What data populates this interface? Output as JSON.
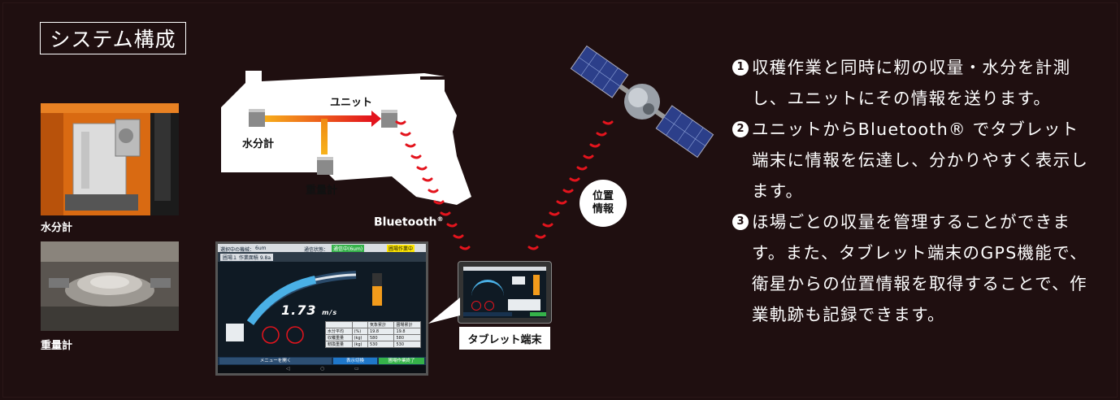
{
  "title": "システム構成",
  "captions": {
    "moisture_photo": "水分計",
    "weight_photo": "重量計",
    "tablet": "タブレット端末",
    "position_info": [
      "位置",
      "情報"
    ],
    "bluetooth": "Bluetooth",
    "bluetooth_mark": "®"
  },
  "harvester_labels": {
    "unit": "ユニット",
    "moisture": "水分計",
    "weight": "重量計"
  },
  "description": [
    {
      "num": "1",
      "text": "収穫作業と同時に籾の収量・水分を計測し、ユニットにその情報を送ります。"
    },
    {
      "num": "2",
      "text": "ユニットからBluetooth® でタブレット端末に情報を伝達し、分かりやすく表示します。"
    },
    {
      "num": "3",
      "text": "ほ場ごとの収量を管理することができます。また、タブレット端末のGPS機能で、衛星からの位置情報を取得することで、作業軌跡も記録できます。"
    }
  ],
  "screen": {
    "selected_label": "選択中の機械：",
    "selected_value": "6um",
    "comm_label": "通信状態：",
    "comm_value": "通信中(6um)",
    "status_badge": "圃場作業中",
    "field_label": "圃場１ 作業面積 9.8a",
    "speed_value": "1.73",
    "speed_unit": "m/s",
    "menu_button": "メニューを開く",
    "display_button": "表示切換",
    "finish_button": "圃場作業終了",
    "table_headers": [
      "",
      "",
      "",
      "気象累計",
      "圃場累計"
    ],
    "table_rows": [
      [
        "水分平均",
        "(%)",
        "",
        "19.8",
        "19.8"
      ],
      [
        "収穫重量",
        "(kg)",
        "",
        "580",
        "580"
      ],
      [
        "籾換重量",
        "(kg)",
        "",
        "530",
        "530"
      ]
    ]
  },
  "colors": {
    "background": "#1f0f10",
    "signal": "#e3141d",
    "flow_start": "#f7b21b",
    "flow_end": "#e3141d",
    "highlight_green": "#35b24a"
  }
}
